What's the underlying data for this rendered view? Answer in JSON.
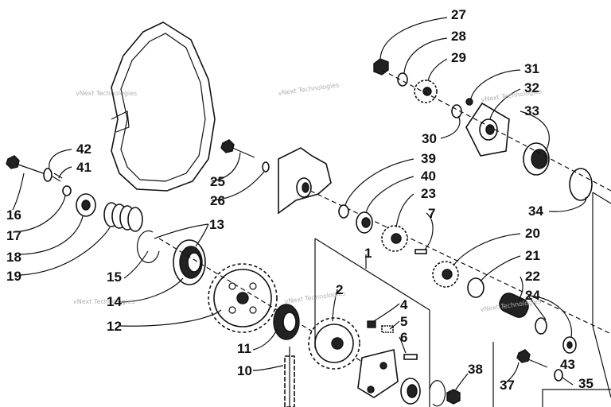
{
  "watermark": "vNext Technologies",
  "callouts": [
    {
      "id": "c27",
      "text": "27"
    },
    {
      "id": "c28",
      "text": "28"
    },
    {
      "id": "c29",
      "text": "29"
    },
    {
      "id": "c31",
      "text": "31"
    },
    {
      "id": "c32",
      "text": "32"
    },
    {
      "id": "c33",
      "text": "33"
    },
    {
      "id": "c30",
      "text": "30"
    },
    {
      "id": "c39",
      "text": "39"
    },
    {
      "id": "c40",
      "text": "40"
    },
    {
      "id": "c23",
      "text": "23"
    },
    {
      "id": "c7",
      "text": "7"
    },
    {
      "id": "c20",
      "text": "20"
    },
    {
      "id": "c21",
      "text": "21"
    },
    {
      "id": "c22",
      "text": "22"
    },
    {
      "id": "c24",
      "text": "24"
    },
    {
      "id": "c43",
      "text": "43"
    },
    {
      "id": "c34",
      "text": "34"
    },
    {
      "id": "c42",
      "text": "42"
    },
    {
      "id": "c41",
      "text": "41"
    },
    {
      "id": "c16",
      "text": "16"
    },
    {
      "id": "c17",
      "text": "17"
    },
    {
      "id": "c18",
      "text": "18"
    },
    {
      "id": "c19",
      "text": "19"
    },
    {
      "id": "c25",
      "text": "25"
    },
    {
      "id": "c26",
      "text": "26"
    },
    {
      "id": "c13",
      "text": "13"
    },
    {
      "id": "c15",
      "text": "15"
    },
    {
      "id": "c14",
      "text": "14"
    },
    {
      "id": "c12",
      "text": "12"
    },
    {
      "id": "c1",
      "text": "1"
    },
    {
      "id": "c2",
      "text": "2"
    },
    {
      "id": "c4",
      "text": "4"
    },
    {
      "id": "c5",
      "text": "5"
    },
    {
      "id": "c6",
      "text": "6"
    },
    {
      "id": "c11",
      "text": "11"
    },
    {
      "id": "c10",
      "text": "10"
    },
    {
      "id": "c38",
      "text": "38"
    },
    {
      "id": "c37",
      "text": "37"
    },
    {
      "id": "c35",
      "text": "35"
    }
  ]
}
